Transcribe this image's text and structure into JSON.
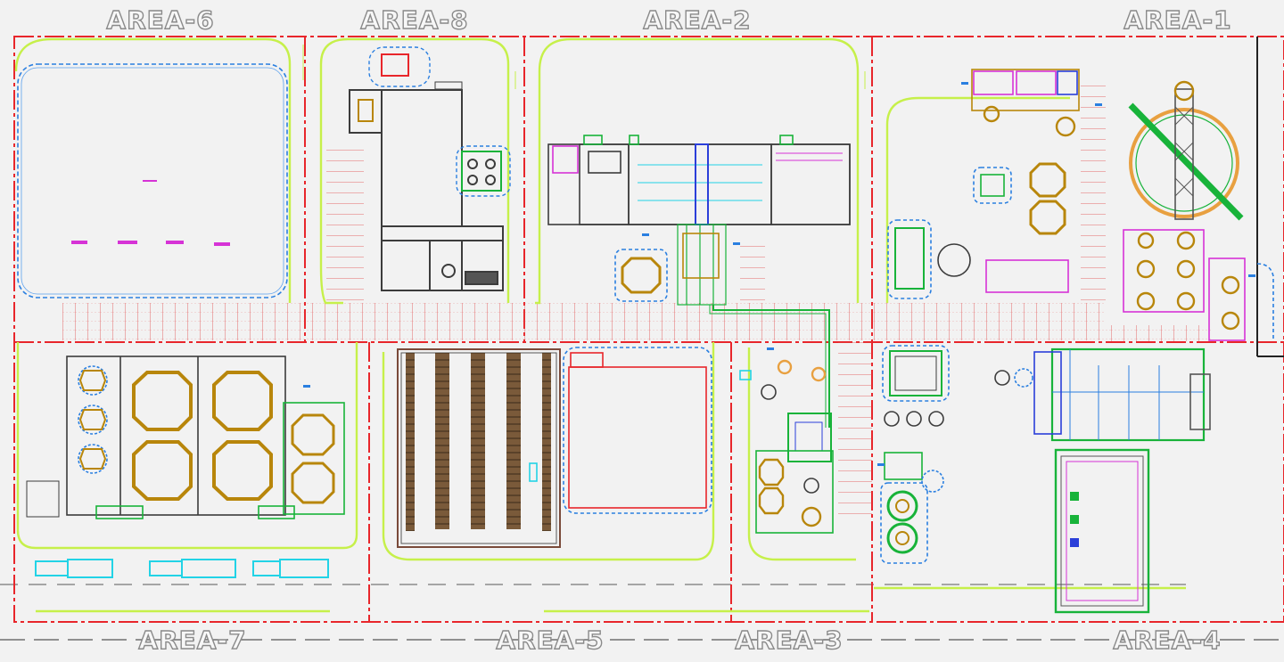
{
  "areas": {
    "top": [
      {
        "id": "area-6",
        "label": "AREA-6"
      },
      {
        "id": "area-8",
        "label": "AREA-8"
      },
      {
        "id": "area-2",
        "label": "AREA-2"
      },
      {
        "id": "area-1",
        "label": "AREA-1"
      }
    ],
    "bottom": [
      {
        "id": "area-7",
        "label": "AREA-7"
      },
      {
        "id": "area-5",
        "label": "AREA-5"
      },
      {
        "id": "area-3",
        "label": "AREA-3"
      },
      {
        "id": "area-4",
        "label": "AREA-4"
      }
    ]
  },
  "colors": {
    "background": "#f2f2f2",
    "boundary": "#e8262b",
    "road": "#c6f04a",
    "cloud": "#2a7fe0",
    "structure": "#3c3c3c",
    "equipment": "#b8860b",
    "pipe": "#18b33a",
    "cyan": "#22d3e6",
    "magenta": "#d633d6",
    "blue": "#2b3fd9",
    "label_fill": "#f7f7f7",
    "label_stroke": "#8a8a8a"
  }
}
